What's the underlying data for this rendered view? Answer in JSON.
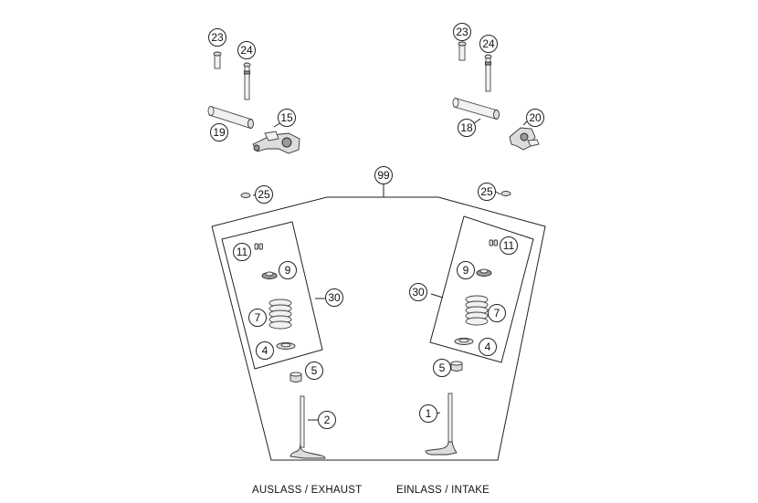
{
  "callouts": [
    {
      "id": "c23a",
      "label": "23"
    },
    {
      "id": "c24a",
      "label": "24"
    },
    {
      "id": "c19",
      "label": "19"
    },
    {
      "id": "c15",
      "label": "15"
    },
    {
      "id": "c23b",
      "label": "23"
    },
    {
      "id": "c24b",
      "label": "24"
    },
    {
      "id": "c18",
      "label": "18"
    },
    {
      "id": "c20",
      "label": "20"
    },
    {
      "id": "c99",
      "label": "99"
    },
    {
      "id": "c25a",
      "label": "25"
    },
    {
      "id": "c25b",
      "label": "25"
    },
    {
      "id": "c11a",
      "label": "11"
    },
    {
      "id": "c9a",
      "label": "9"
    },
    {
      "id": "c30a",
      "label": "30"
    },
    {
      "id": "c7a",
      "label": "7"
    },
    {
      "id": "c4a",
      "label": "4"
    },
    {
      "id": "c5a",
      "label": "5"
    },
    {
      "id": "c2",
      "label": "2"
    },
    {
      "id": "c11b",
      "label": "11"
    },
    {
      "id": "c9b",
      "label": "9"
    },
    {
      "id": "c30b",
      "label": "30"
    },
    {
      "id": "c7b",
      "label": "7"
    },
    {
      "id": "c4b",
      "label": "4"
    },
    {
      "id": "c5b",
      "label": "5"
    },
    {
      "id": "c1",
      "label": "1"
    }
  ],
  "captions": {
    "exhaust": "AUSLASS / EXHAUST",
    "intake": "EINLASS / INTAKE"
  }
}
